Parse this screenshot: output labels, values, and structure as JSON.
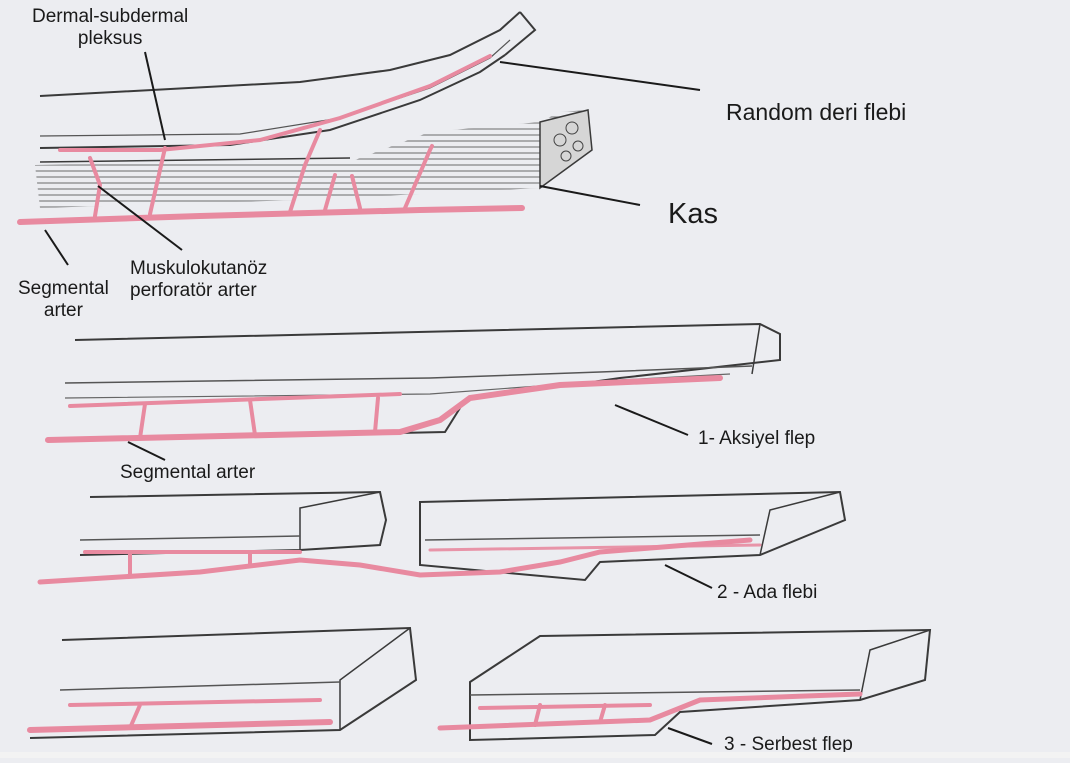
{
  "labels": {
    "dermal_line1": "Dermal-subdermal",
    "dermal_line2": "pleksus",
    "random_flap": "Random deri flebi",
    "muscle": "Kas",
    "musculo_line1": "Muskulokutanöz",
    "musculo_line2": "perforatör arter",
    "segmental_line1": "Segmental",
    "segmental_line2": "arter",
    "axial_flap": "1- Aksiyel flep",
    "segmental_artery": "Segmental arter",
    "island_flap": "2 - Ada flebi",
    "free_flap": "3 - Serbest flep"
  },
  "colors": {
    "paper": "#ecedf1",
    "pencil": "#3a3a3a",
    "artery": "#e88aa0",
    "muscle_shade": "#6e6e6e"
  }
}
